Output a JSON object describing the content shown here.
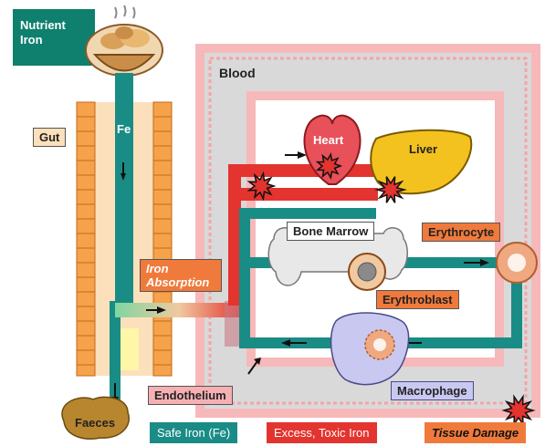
{
  "labels": {
    "nutrient_iron": "Nutrient\nIron",
    "blood": "Blood",
    "gut": "Gut",
    "fe": "Fe",
    "heart": "Heart",
    "liver": "Liver",
    "bone_marrow": "Bone Marrow",
    "erythrocyte": "Erythrocyte",
    "iron_absorption": "Iron\nAbsorption",
    "erythroblast": "Erythroblast",
    "macrophage": "Macrophage",
    "endothelium": "Endothelium",
    "faeces": "Faeces"
  },
  "legend": {
    "safe_iron": "Safe Iron (Fe)",
    "toxic_iron": "Excess, Toxic Iron",
    "tissue_damage": "Tissue Damage"
  },
  "colors": {
    "safe_iron": "#1a8c86",
    "toxic_iron": "#e3342f",
    "tissue_damage": "#f07a3c",
    "blood_border": "#f6a3a6",
    "gut_wall": "#e88a2e",
    "nutrient_box": "#0f7f6e"
  }
}
